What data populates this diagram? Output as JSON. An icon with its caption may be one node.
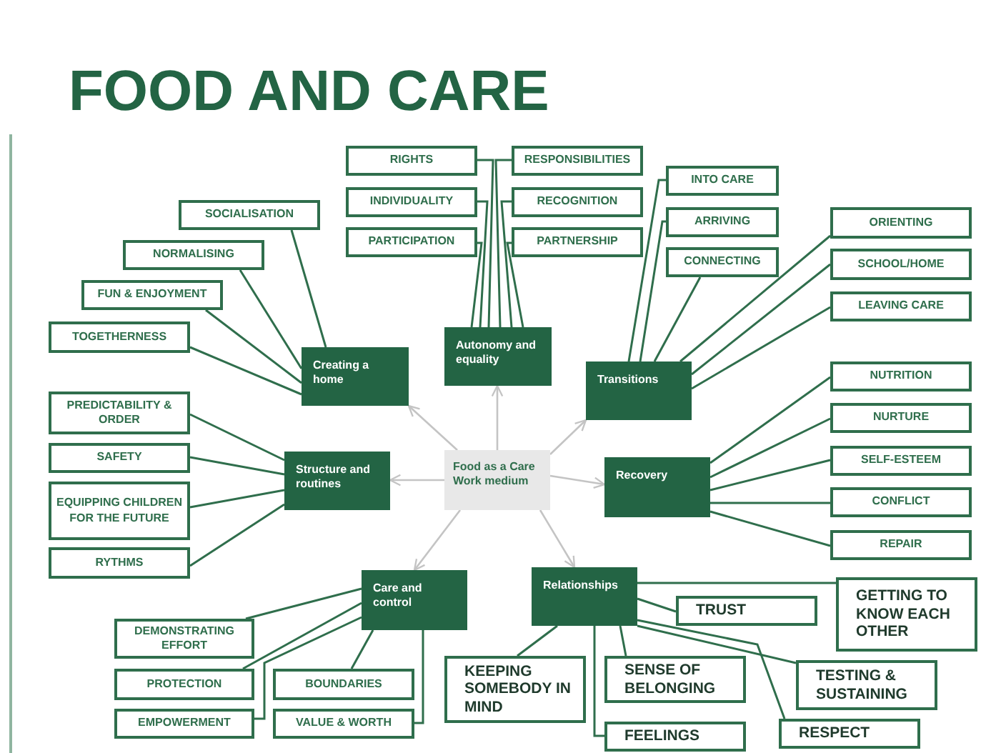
{
  "diagram": {
    "title": "FOOD AND CARE",
    "nodes": [
      {
        "text": [
          "Food as a Care Work medium"
        ]
      },
      {
        "text": [
          "Creating a home"
        ]
      },
      {
        "text": [
          "SOCIALISATION"
        ]
      },
      {
        "text": [
          "NORMALISING"
        ]
      },
      {
        "text": [
          "FUN & ENJOYMENT"
        ]
      },
      {
        "text": [
          "TOGETHERNESS"
        ]
      },
      {
        "text": [
          "Autonomy and equality"
        ]
      },
      {
        "text": [
          "RIGHTS"
        ]
      },
      {
        "text": [
          "RESPONSIBILITIES"
        ]
      },
      {
        "text": [
          "INDIVIDUALITY"
        ]
      },
      {
        "text": [
          "RECOGNITION"
        ]
      },
      {
        "text": [
          "PARTICIPATION"
        ]
      },
      {
        "text": [
          "PARTNERSHIP"
        ]
      },
      {
        "text": [
          "Transitions"
        ]
      },
      {
        "text": [
          "INTO CARE"
        ]
      },
      {
        "text": [
          "ARRIVING"
        ]
      },
      {
        "text": [
          "ORIENTING"
        ]
      },
      {
        "text": [
          "CONNECTING"
        ]
      },
      {
        "text": [
          "SCHOOL/HOME"
        ]
      },
      {
        "text": [
          "LEAVING CARE"
        ]
      },
      {
        "text": [
          "Structure and routines"
        ]
      },
      {
        "text": [
          "PREDICTABILITY & ORDER"
        ]
      },
      {
        "text": [
          "SAFETY"
        ]
      },
      {
        "text": [
          "EQUIPPING CHILDREN FOR THE FUTURE"
        ]
      },
      {
        "text": [
          "RYTHMS"
        ]
      },
      {
        "text": [
          "Recovery"
        ]
      },
      {
        "text": [
          "NUTRITION"
        ]
      },
      {
        "text": [
          "NURTURE"
        ]
      },
      {
        "text": [
          "SELF-ESTEEM"
        ]
      },
      {
        "text": [
          "CONFLICT"
        ]
      },
      {
        "text": [
          "REPAIR"
        ]
      },
      {
        "text": [
          "Care and control"
        ]
      },
      {
        "text": [
          "DEMONSTRATING EFFORT"
        ]
      },
      {
        "text": [
          "PROTECTION"
        ]
      },
      {
        "text": [
          "BOUNDARIES"
        ]
      },
      {
        "text": [
          "EMPOWERMENT"
        ]
      },
      {
        "text": [
          "VALUE & WORTH"
        ]
      },
      {
        "text": [
          "Relationships"
        ]
      },
      {
        "text": [
          "TRUST"
        ]
      },
      {
        "text": [
          "GETTING TO KNOW EACH OTHER"
        ]
      },
      {
        "text": [
          "KEEPING SOMEBODY IN MIND"
        ]
      },
      {
        "text": [
          "SENSE OF BELONGING"
        ]
      },
      {
        "text": [
          "TESTING & SUSTAINING"
        ]
      },
      {
        "text": [
          "FEELINGS"
        ]
      },
      {
        "text": [
          "RESPECT"
        ]
      }
    ],
    "edges": [
      {
        "from": 0,
        "to": 1,
        "arrow": "to",
        "color": "#c4c4c4"
      },
      {
        "from": 0,
        "to": 6,
        "arrow": "to",
        "color": "#c4c4c4"
      },
      {
        "from": 0,
        "to": 13,
        "arrow": "to",
        "color": "#c4c4c4"
      },
      {
        "from": 0,
        "to": 20,
        "arrow": "to",
        "color": "#c4c4c4"
      },
      {
        "from": 0,
        "to": 25,
        "arrow": "to",
        "color": "#c4c4c4"
      },
      {
        "from": 0,
        "to": 31,
        "arrow": "to",
        "color": "#c4c4c4"
      },
      {
        "from": 0,
        "to": 37,
        "arrow": "to",
        "color": "#c4c4c4"
      },
      {
        "from": 1,
        "to": 2,
        "arrow": "none"
      },
      {
        "from": 1,
        "to": 3,
        "arrow": "none"
      },
      {
        "from": 1,
        "to": 4,
        "arrow": "none"
      },
      {
        "from": 1,
        "to": 5,
        "arrow": "none"
      },
      {
        "from": 6,
        "to": 7,
        "arrow": "none"
      },
      {
        "from": 6,
        "to": 8,
        "arrow": "none"
      },
      {
        "from": 6,
        "to": 9,
        "arrow": "none"
      },
      {
        "from": 6,
        "to": 10,
        "arrow": "none"
      },
      {
        "from": 6,
        "to": 11,
        "arrow": "none"
      },
      {
        "from": 6,
        "to": 12,
        "arrow": "none"
      },
      {
        "from": 13,
        "to": 14,
        "arrow": "none"
      },
      {
        "from": 13,
        "to": 15,
        "arrow": "none"
      },
      {
        "from": 13,
        "to": 16,
        "arrow": "none"
      },
      {
        "from": 13,
        "to": 17,
        "arrow": "none"
      },
      {
        "from": 13,
        "to": 18,
        "arrow": "none"
      },
      {
        "from": 13,
        "to": 19,
        "arrow": "none"
      },
      {
        "from": 20,
        "to": 21,
        "arrow": "none"
      },
      {
        "from": 20,
        "to": 22,
        "arrow": "none"
      },
      {
        "from": 20,
        "to": 23,
        "arrow": "none"
      },
      {
        "from": 20,
        "to": 24,
        "arrow": "none"
      },
      {
        "from": 25,
        "to": 26,
        "arrow": "none"
      },
      {
        "from": 25,
        "to": 27,
        "arrow": "none"
      },
      {
        "from": 25,
        "to": 28,
        "arrow": "none"
      },
      {
        "from": 25,
        "to": 29,
        "arrow": "none"
      },
      {
        "from": 25,
        "to": 30,
        "arrow": "none"
      },
      {
        "from": 31,
        "to": 32,
        "arrow": "none"
      },
      {
        "from": 31,
        "to": 33,
        "arrow": "none"
      },
      {
        "from": 31,
        "to": 34,
        "arrow": "none"
      },
      {
        "from": 31,
        "to": 35,
        "arrow": "none"
      },
      {
        "from": 31,
        "to": 36,
        "arrow": "none"
      },
      {
        "from": 37,
        "to": 38,
        "arrow": "none"
      },
      {
        "from": 37,
        "to": 39,
        "arrow": "none"
      },
      {
        "from": 37,
        "to": 40,
        "arrow": "none"
      },
      {
        "from": 37,
        "to": 41,
        "arrow": "none"
      },
      {
        "from": 37,
        "to": 42,
        "arrow": "none"
      },
      {
        "from": 37,
        "to": 43,
        "arrow": "none"
      },
      {
        "from": 37,
        "to": 44,
        "arrow": "none"
      }
    ]
  }
}
